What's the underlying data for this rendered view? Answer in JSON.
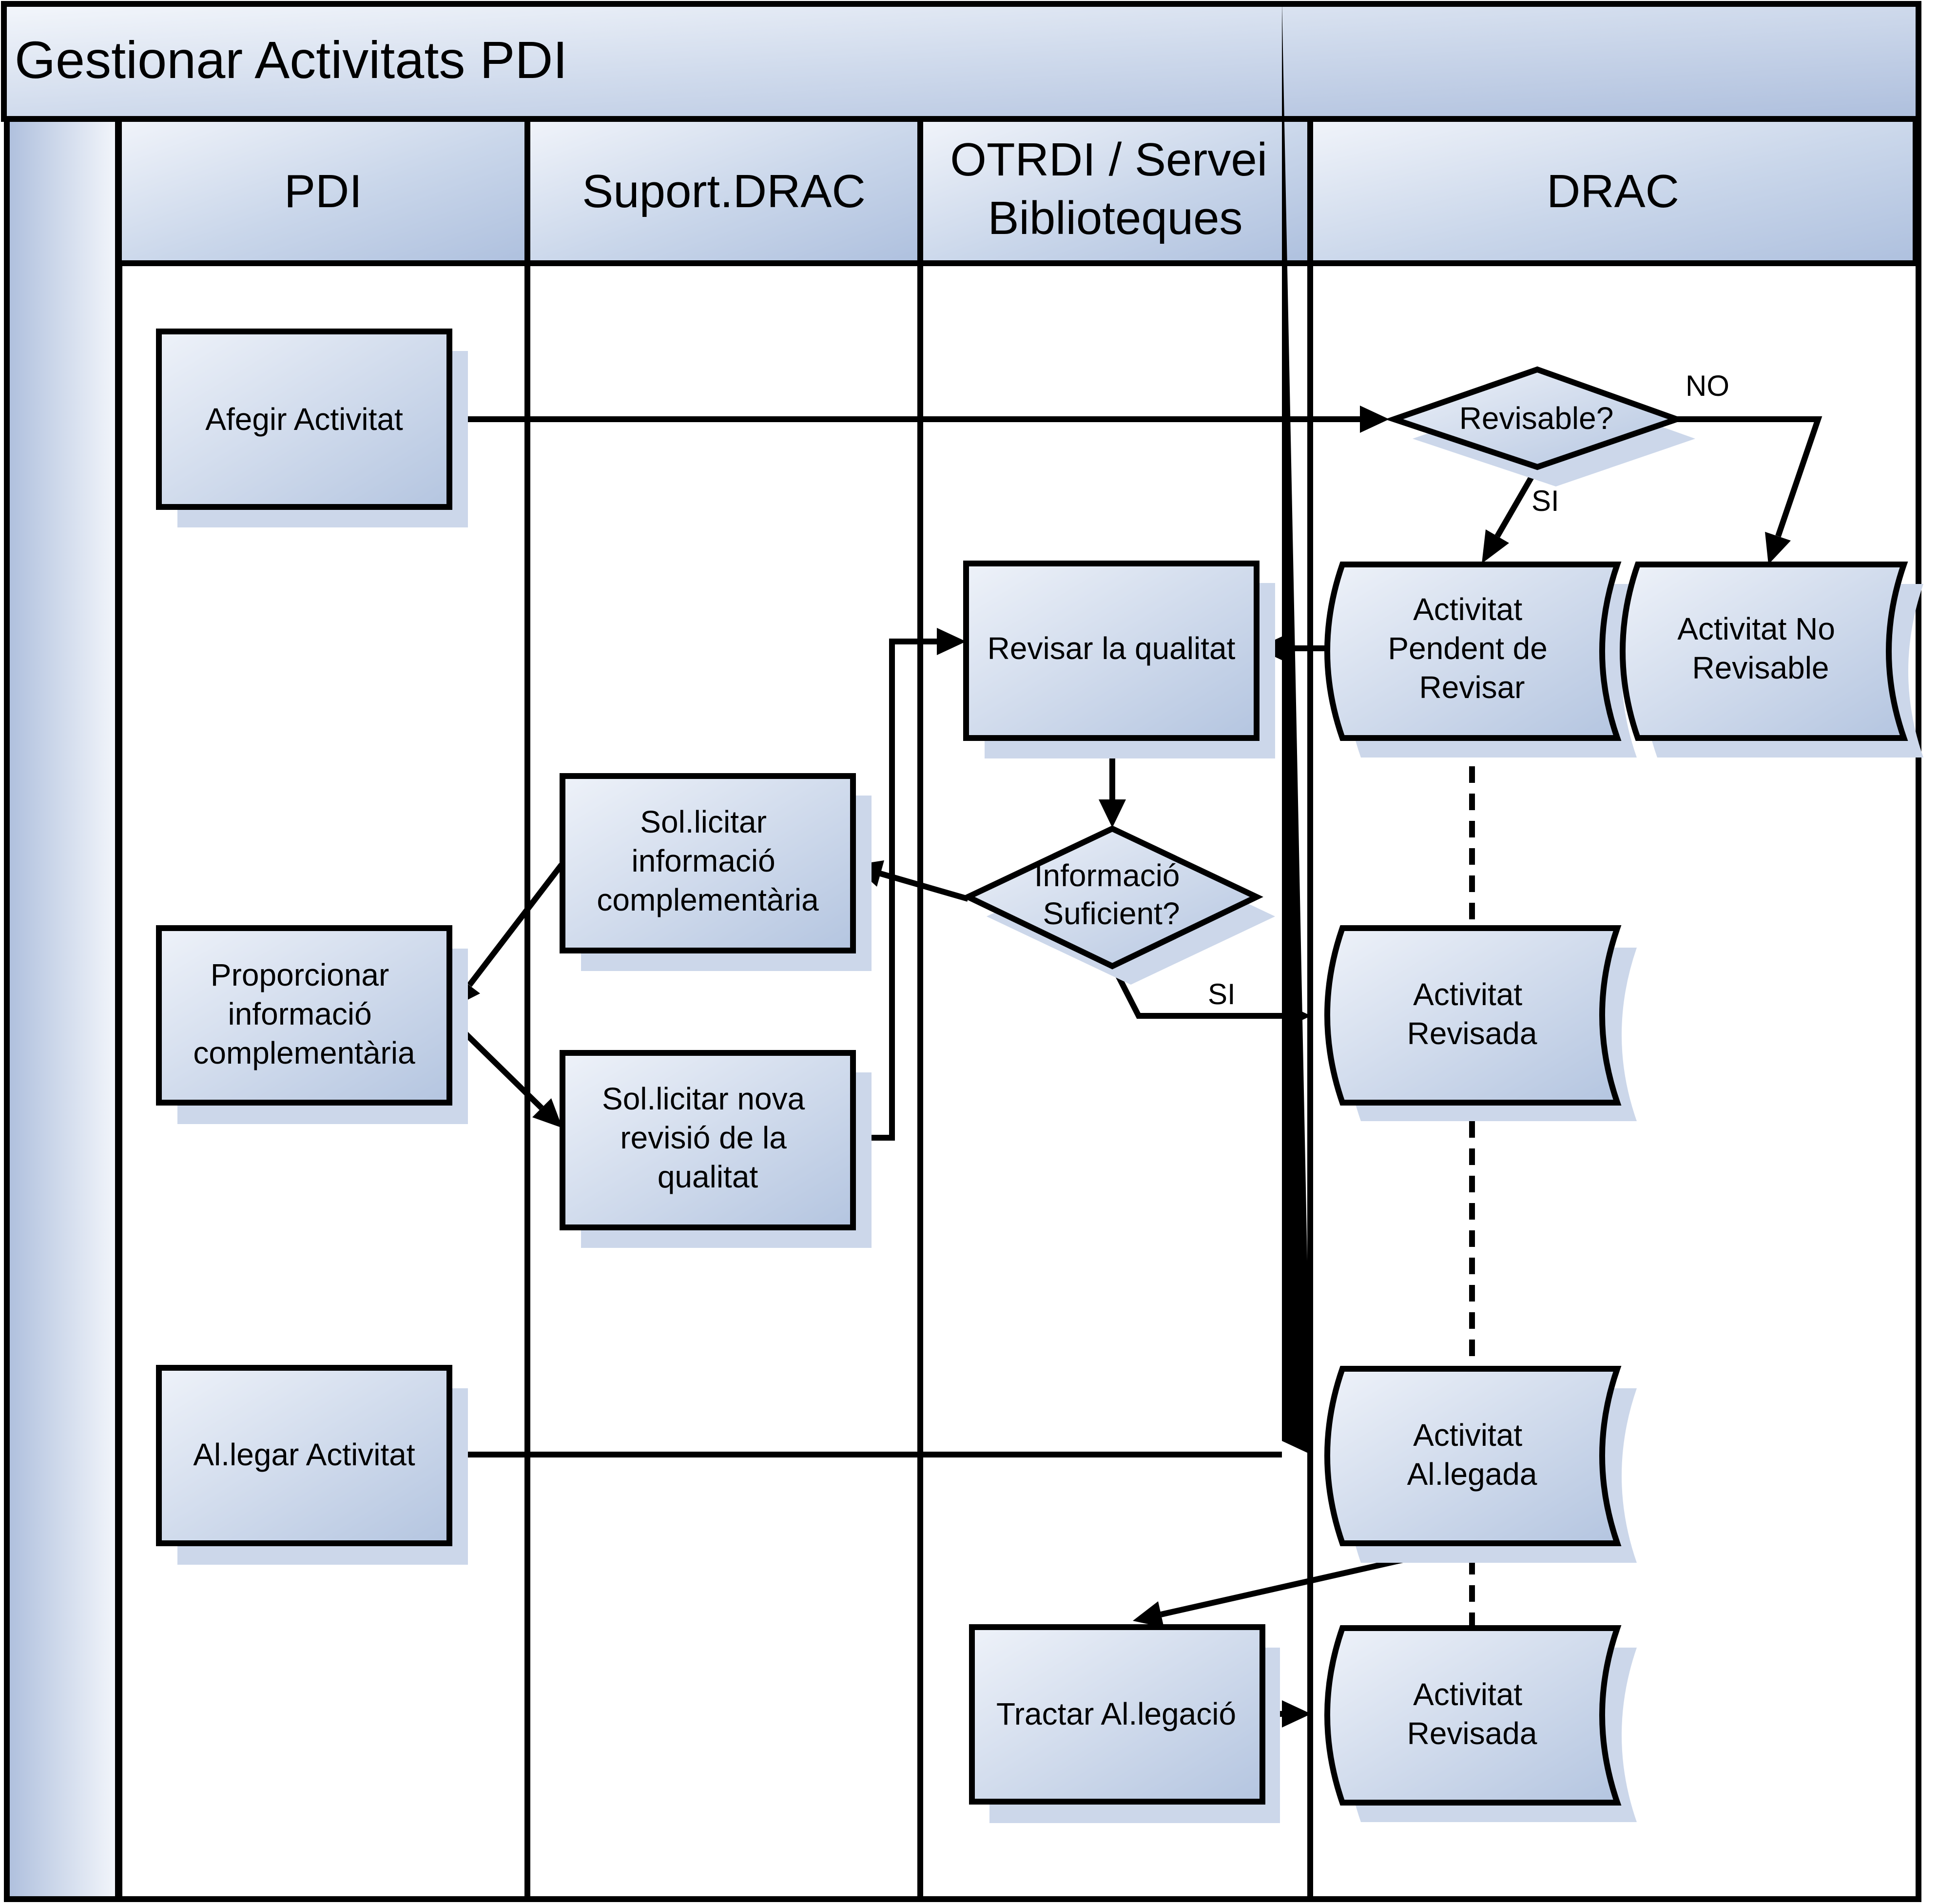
{
  "title": "Gestionar Activitats PDI",
  "lanes": [
    {
      "id": "pdi",
      "label": [
        "PDI"
      ]
    },
    {
      "id": "suport",
      "label": [
        "Suport.DRAC"
      ]
    },
    {
      "id": "otrdi",
      "label": [
        "OTRDI / Servei",
        "Biblioteques"
      ]
    },
    {
      "id": "drac",
      "label": [
        "DRAC"
      ]
    }
  ],
  "nodes": [
    {
      "id": "afegir",
      "shape": "process",
      "lane": "pdi",
      "label": [
        "Afegir Activitat"
      ]
    },
    {
      "id": "proporcionar",
      "shape": "process",
      "lane": "pdi",
      "label": [
        "Proporcionar",
        "informació",
        "complementària"
      ]
    },
    {
      "id": "allegar",
      "shape": "process",
      "lane": "pdi",
      "label": [
        "Al.legar Activitat"
      ]
    },
    {
      "id": "sollicitar_info",
      "shape": "process",
      "lane": "suport",
      "label": [
        "Sol.licitar",
        "informació",
        "complementària"
      ]
    },
    {
      "id": "sollicitar_revisio",
      "shape": "process",
      "lane": "suport",
      "label": [
        "Sol.licitar nova",
        "revisió de la",
        "qualitat"
      ]
    },
    {
      "id": "revisar",
      "shape": "process",
      "lane": "otrdi",
      "label": [
        "Revisar la qualitat"
      ]
    },
    {
      "id": "info_suficient",
      "shape": "decision",
      "lane": "otrdi",
      "label": [
        "Informació",
        "Suficient?"
      ]
    },
    {
      "id": "tractar",
      "shape": "process",
      "lane": "otrdi",
      "label": [
        "Tractar Al.legació"
      ]
    },
    {
      "id": "revisable",
      "shape": "decision",
      "lane": "drac",
      "label": [
        "Revisable?"
      ]
    },
    {
      "id": "pendent",
      "shape": "data",
      "lane": "drac",
      "label": [
        "Activitat",
        "Pendent de",
        "Revisar"
      ]
    },
    {
      "id": "no_revisable",
      "shape": "data",
      "lane": "drac",
      "label": [
        "Activitat No",
        "Revisable"
      ]
    },
    {
      "id": "revisada1",
      "shape": "data",
      "lane": "drac",
      "label": [
        "Activitat",
        "Revisada"
      ]
    },
    {
      "id": "allegada",
      "shape": "data",
      "lane": "drac",
      "label": [
        "Activitat",
        "Al.legada"
      ]
    },
    {
      "id": "revisada2",
      "shape": "data",
      "lane": "drac",
      "label": [
        "Activitat",
        "Revisada"
      ]
    }
  ],
  "edges": [
    {
      "from": "afegir",
      "to": "revisable",
      "label": ""
    },
    {
      "from": "revisable",
      "to": "no_revisable",
      "label": "NO"
    },
    {
      "from": "revisable",
      "to": "pendent",
      "label": "SI"
    },
    {
      "from": "pendent",
      "to": "revisar",
      "label": ""
    },
    {
      "from": "revisar",
      "to": "info_suficient",
      "label": ""
    },
    {
      "from": "info_suficient",
      "to": "sollicitar_info",
      "label": ""
    },
    {
      "from": "info_suficient",
      "to": "revisada1",
      "label": "SI"
    },
    {
      "from": "sollicitar_info",
      "to": "proporcionar",
      "label": ""
    },
    {
      "from": "proporcionar",
      "to": "sollicitar_revisio",
      "label": ""
    },
    {
      "from": "sollicitar_revisio",
      "to": "revisar",
      "label": ""
    },
    {
      "from": "allegar",
      "to": "allegada",
      "label": ""
    },
    {
      "from": "allegada",
      "to": "tractar",
      "label": ""
    },
    {
      "from": "tractar",
      "to": "revisada2",
      "label": ""
    }
  ],
  "colors": {
    "fill_light": "#eef2f9",
    "fill_dark": "#b4c5e0",
    "stroke": "#000000",
    "shadow": "#ccd7ea"
  }
}
